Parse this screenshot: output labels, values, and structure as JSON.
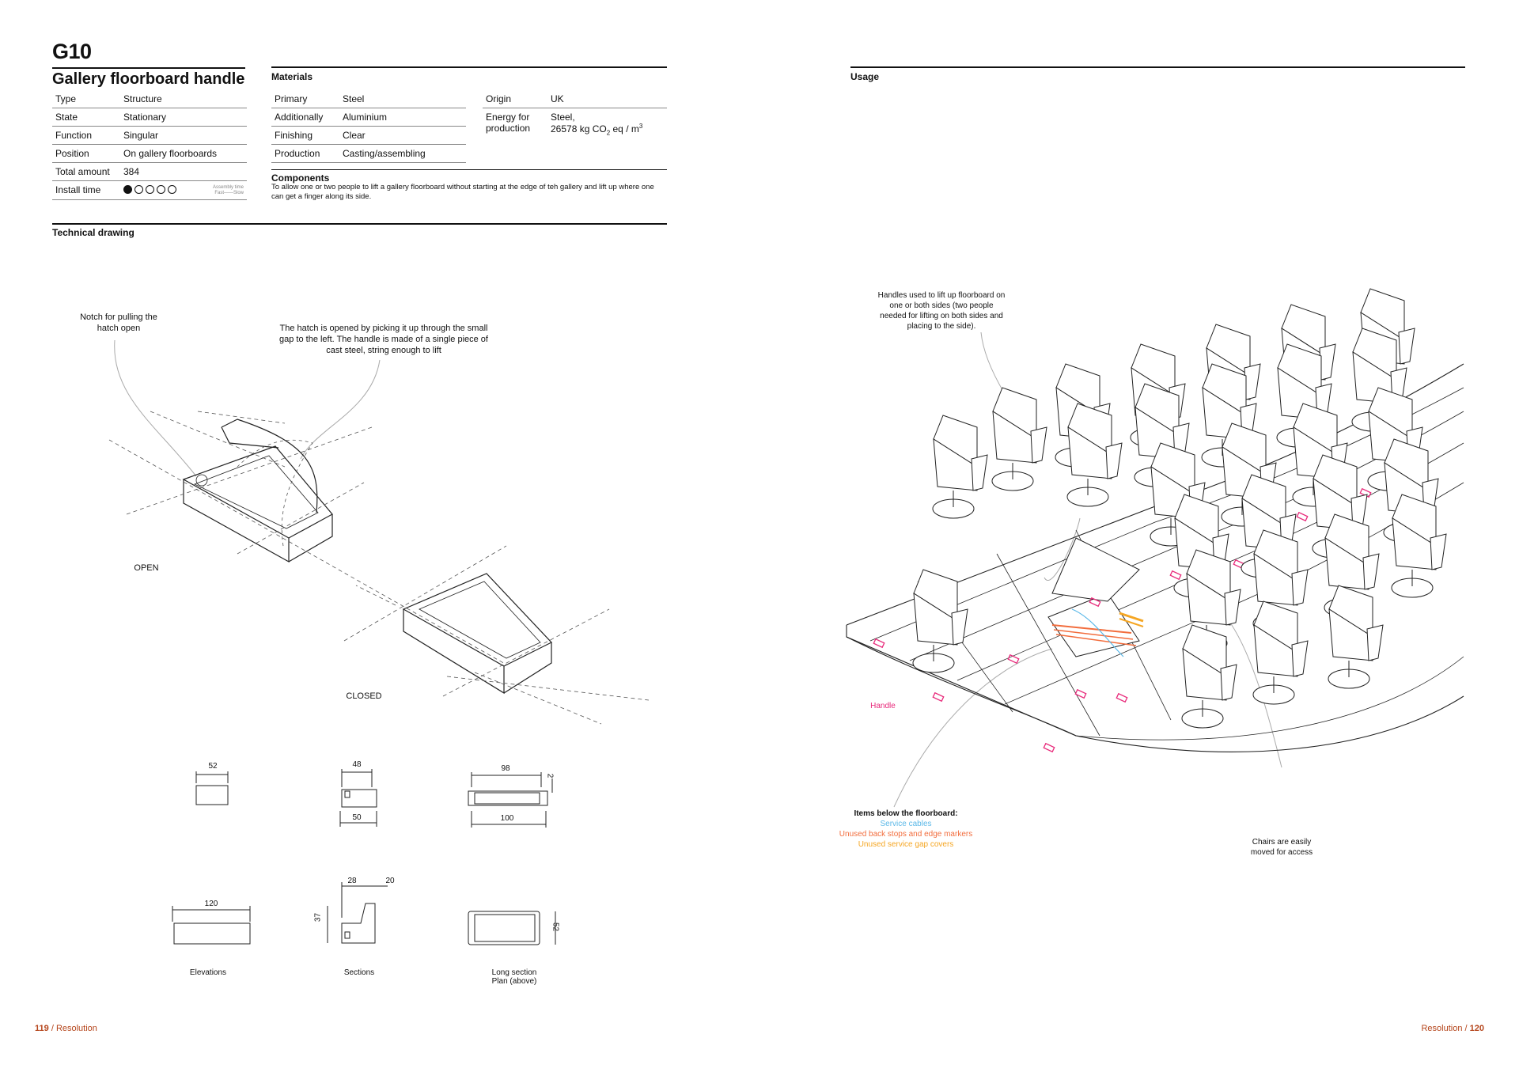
{
  "header": {
    "code": "G10",
    "title": "Gallery floorboard handle"
  },
  "properties": [
    {
      "key": "Type",
      "value": "Structure"
    },
    {
      "key": "State",
      "value": "Stationary"
    },
    {
      "key": "Function",
      "value": "Singular"
    },
    {
      "key": "Position",
      "value": "On gallery floorboards"
    },
    {
      "key": "Total amount",
      "value": "384"
    }
  ],
  "install_time": {
    "label": "Install time",
    "level": 1,
    "max": 5,
    "scale_line1": "Assembly time",
    "scale_line2": "Fast——Slow"
  },
  "materials": {
    "heading": "Materials",
    "rows": [
      {
        "key": "Primary",
        "value": "Steel"
      },
      {
        "key": "Additionally",
        "value": "Aluminium"
      },
      {
        "key": "Finishing",
        "value": "Clear"
      },
      {
        "key": "Production",
        "value": "Casting/assembling"
      }
    ],
    "origin_key": "Origin",
    "origin_value": "UK",
    "energy_key": "Energy for production",
    "energy_value_line1": "Steel,",
    "energy_value_line2": "26578 kg CO",
    "energy_sub": "2",
    "energy_unit": " eq / m",
    "energy_sup": "3"
  },
  "components": {
    "heading": "Components",
    "text": "To allow one or two people to lift a gallery floorboard without starting at the edge of teh gallery and lift up where one can get a finger along its side."
  },
  "technical": {
    "heading": "Technical drawing",
    "note_notch_1": "Notch for pulling the",
    "note_notch_2": "hatch open",
    "note_hatch_1": "The hatch is opened by picking it up through the small",
    "note_hatch_2": "gap to the left. The handle is made of a single piece of",
    "note_hatch_3": "cast steel, string enough to lift",
    "label_open": "OPEN",
    "label_closed": "CLOSED",
    "dims": {
      "d52a": "52",
      "d48": "48",
      "d50": "50",
      "d98": "98",
      "d2": "2",
      "d100": "100",
      "d120": "120",
      "d28": "28",
      "d20": "20",
      "d37": "37",
      "d52b": "52"
    },
    "caption_elevations": "Elevations",
    "caption_sections": "Sections",
    "caption_long_1": "Long section",
    "caption_long_2": "Plan (above)"
  },
  "usage": {
    "heading": "Usage",
    "note_handles_1": "Handles used to lift up floorboard on",
    "note_handles_2": "one or both sides (two people",
    "note_handles_3": "needed for lifting on both sides and",
    "note_handles_4": "placing to the side).",
    "handle_label": "Handle",
    "items_heading": "Items below the floorboard:",
    "item_cables": "Service cables",
    "item_backstops": "Unused back stops and edge markers",
    "item_covers": "Unused service gap covers",
    "note_chairs_1": "Chairs are easily",
    "note_chairs_2": "moved for access",
    "colors": {
      "handle": "#e8297a",
      "cables": "#5bb8e8",
      "backstops": "#f26d3d",
      "covers": "#f5a623"
    }
  },
  "footer": {
    "left_page": "119",
    "left_section": "Resolution",
    "right_section": "Resolution",
    "right_page": "120",
    "separator": "/"
  }
}
